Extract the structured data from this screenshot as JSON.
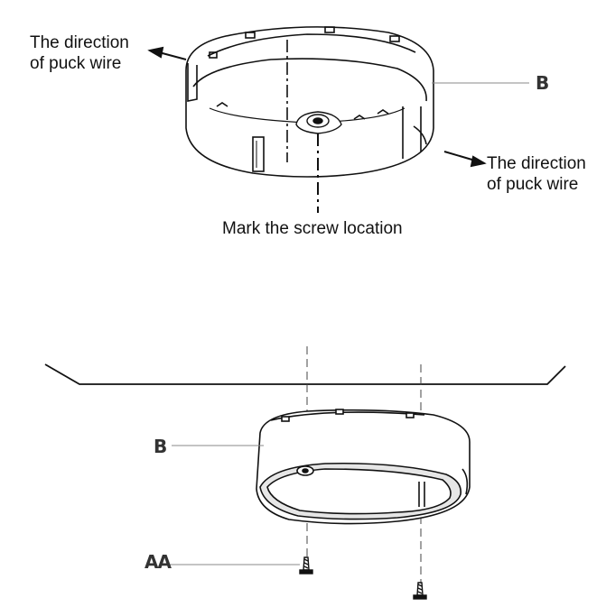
{
  "labels": {
    "wire_direction_left": [
      "The direction",
      "of puck wire"
    ],
    "wire_direction_right": [
      "The direction",
      "of puck wire"
    ],
    "screw_location": "Mark the screw location",
    "b_top": "B",
    "b_bottom": "B",
    "aa": "AA"
  },
  "colors": {
    "line": "#111111",
    "leader": "#8a8a8a",
    "fill": "#ffffff",
    "shade": "#e6e6e6"
  }
}
